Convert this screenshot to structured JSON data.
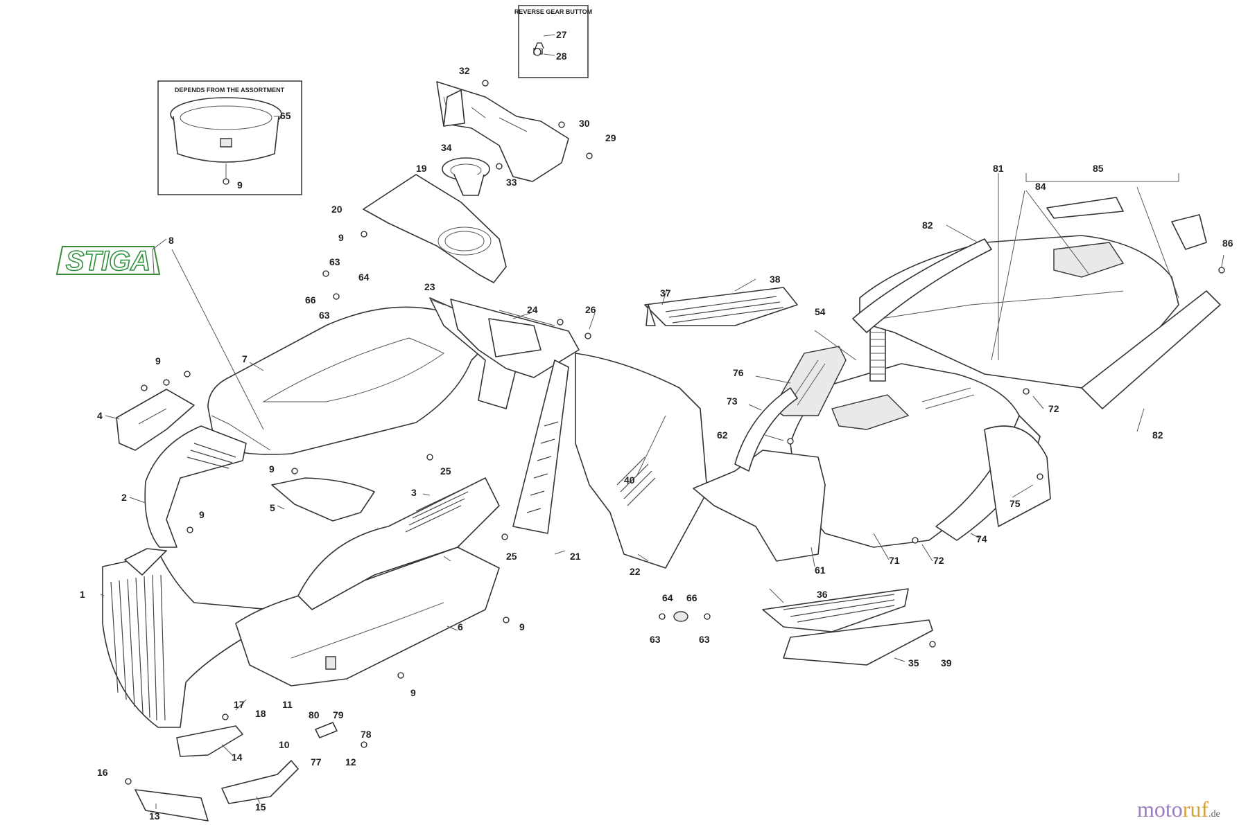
{
  "boxes": {
    "reverse_gear": "REVERSE GEAR BUTTOM",
    "assortment": "DEPENDS FROM THE ASSORTMENT"
  },
  "logo_text": "STIGA",
  "watermark": {
    "part1": "moto",
    "part2": "ruf",
    "tld": ".de"
  },
  "callouts": [
    {
      "id": "c27",
      "text": "27"
    },
    {
      "id": "c28",
      "text": "28"
    },
    {
      "id": "c65",
      "text": "65"
    },
    {
      "id": "c9a",
      "text": "9"
    },
    {
      "id": "c32",
      "text": "32"
    },
    {
      "id": "c30",
      "text": "30"
    },
    {
      "id": "c29",
      "text": "29"
    },
    {
      "id": "c34",
      "text": "34"
    },
    {
      "id": "c33",
      "text": "33"
    },
    {
      "id": "c19",
      "text": "19"
    },
    {
      "id": "c20",
      "text": "20"
    },
    {
      "id": "c9b",
      "text": "9"
    },
    {
      "id": "c8",
      "text": "8"
    },
    {
      "id": "c63a",
      "text": "63"
    },
    {
      "id": "c64a",
      "text": "64"
    },
    {
      "id": "c66a",
      "text": "66"
    },
    {
      "id": "c63b",
      "text": "63"
    },
    {
      "id": "c23",
      "text": "23"
    },
    {
      "id": "c24",
      "text": "24"
    },
    {
      "id": "c26",
      "text": "26"
    },
    {
      "id": "c7",
      "text": "7"
    },
    {
      "id": "c9c",
      "text": "9"
    },
    {
      "id": "c4",
      "text": "4"
    },
    {
      "id": "c9d",
      "text": "9"
    },
    {
      "id": "c25a",
      "text": "25"
    },
    {
      "id": "c40",
      "text": "40"
    },
    {
      "id": "c2",
      "text": "2"
    },
    {
      "id": "c5",
      "text": "5"
    },
    {
      "id": "c3",
      "text": "3"
    },
    {
      "id": "c9e",
      "text": "9"
    },
    {
      "id": "c25b",
      "text": "25"
    },
    {
      "id": "c21",
      "text": "21"
    },
    {
      "id": "c22",
      "text": "22"
    },
    {
      "id": "c1",
      "text": "1"
    },
    {
      "id": "c6",
      "text": "6"
    },
    {
      "id": "c9f",
      "text": "9"
    },
    {
      "id": "c9g",
      "text": "9"
    },
    {
      "id": "c17",
      "text": "17"
    },
    {
      "id": "c18",
      "text": "18"
    },
    {
      "id": "c14",
      "text": "14"
    },
    {
      "id": "c11",
      "text": "11"
    },
    {
      "id": "c80",
      "text": "80"
    },
    {
      "id": "c79",
      "text": "79"
    },
    {
      "id": "c10",
      "text": "10"
    },
    {
      "id": "c78",
      "text": "78"
    },
    {
      "id": "c77",
      "text": "77"
    },
    {
      "id": "c12",
      "text": "12"
    },
    {
      "id": "c16",
      "text": "16"
    },
    {
      "id": "c13",
      "text": "13"
    },
    {
      "id": "c15",
      "text": "15"
    },
    {
      "id": "c64b",
      "text": "64"
    },
    {
      "id": "c66b",
      "text": "66"
    },
    {
      "id": "c63c",
      "text": "63"
    },
    {
      "id": "c63d",
      "text": "63"
    },
    {
      "id": "c37",
      "text": "37"
    },
    {
      "id": "c38",
      "text": "38"
    },
    {
      "id": "c54",
      "text": "54"
    },
    {
      "id": "c76",
      "text": "76"
    },
    {
      "id": "c73",
      "text": "73"
    },
    {
      "id": "c62",
      "text": "62"
    },
    {
      "id": "c61",
      "text": "61"
    },
    {
      "id": "c71",
      "text": "71"
    },
    {
      "id": "c72a",
      "text": "72"
    },
    {
      "id": "c74",
      "text": "74"
    },
    {
      "id": "c75",
      "text": "75"
    },
    {
      "id": "c72b",
      "text": "72"
    },
    {
      "id": "c36",
      "text": "36"
    },
    {
      "id": "c35",
      "text": "35"
    },
    {
      "id": "c39",
      "text": "39"
    },
    {
      "id": "c81",
      "text": "81"
    },
    {
      "id": "c85",
      "text": "85"
    },
    {
      "id": "c84",
      "text": "84"
    },
    {
      "id": "c82a",
      "text": "82"
    },
    {
      "id": "c86",
      "text": "86"
    },
    {
      "id": "c82b",
      "text": "82"
    }
  ]
}
